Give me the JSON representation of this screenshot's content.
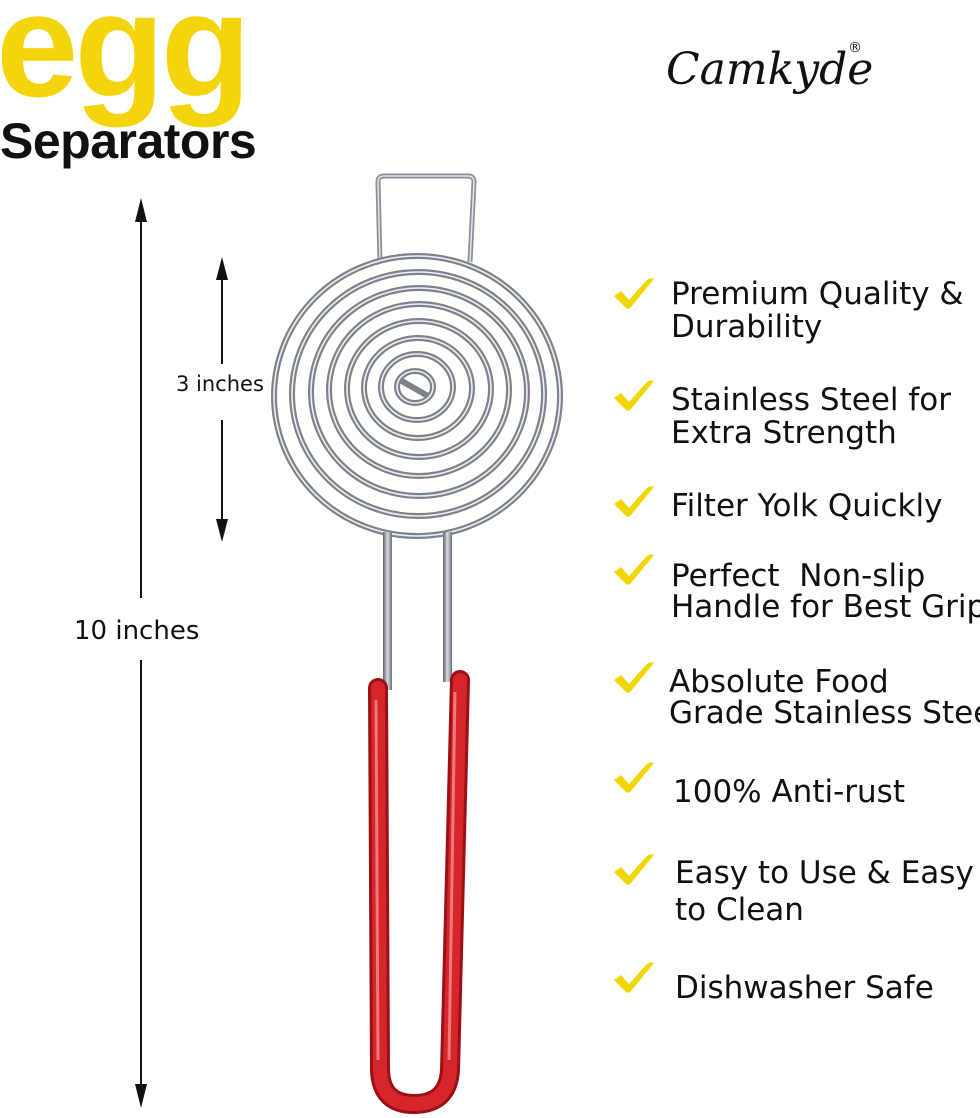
{
  "header": {
    "title_main": "egg",
    "title_sub": "Separators",
    "brand": "Camkyde",
    "brand_mark": "®"
  },
  "dimensions": {
    "small": "3 inches",
    "large": "10 inches"
  },
  "features": [
    {
      "line1": "Premium Quality &",
      "line2": "Durability"
    },
    {
      "line1": "Stainless Steel for",
      "line2": "Extra Strength"
    },
    {
      "line1": "Filter Yolk Quickly",
      "line2": ""
    },
    {
      "line1": "Perfect  Non-slip",
      "line2": "Handle for Best Grip"
    },
    {
      "line1": "Absolute Food",
      "line2": "Grade Stainless Steel"
    },
    {
      "line1": "100% Anti-rust",
      "line2": ""
    },
    {
      "line1": "Easy to Use & Easy",
      "line2": "to Clean"
    },
    {
      "line1": "Dishwasher Safe",
      "line2": ""
    }
  ],
  "icons": {
    "check": "check-icon",
    "arrow": "arrow-icon"
  },
  "colors": {
    "title_yellow": "#f4d50c",
    "check_yellow": "#f2d600",
    "handle_red": "#c8171c",
    "steel": "#8a8f96",
    "text": "#111111"
  }
}
